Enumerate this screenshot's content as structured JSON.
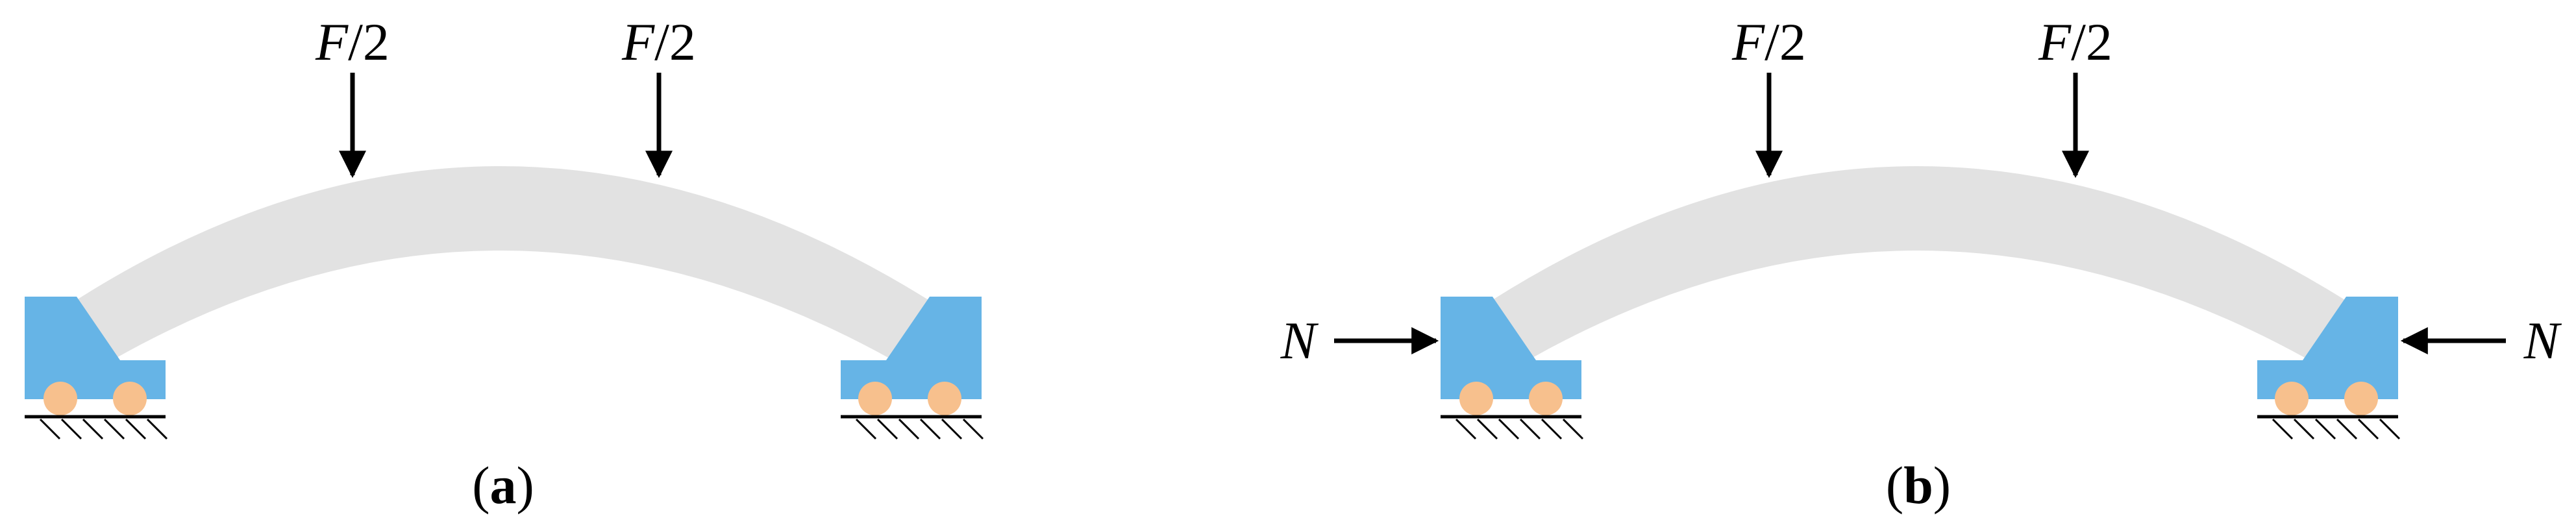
{
  "colors": {
    "arch": "#e2e2e2",
    "support": "#66b4e6",
    "roller": "#f7c08d",
    "ink": "#000000",
    "background": "#ffffff"
  },
  "icons": {
    "force_arrow": "down-arrow-icon",
    "axial_arrow": "horizontal-arrow-icon",
    "roller": "roller-icon",
    "ground": "hatched-ground-icon"
  },
  "panels": [
    {
      "id": "a",
      "caption": {
        "open": "(",
        "letter": "a",
        "close": ")"
      },
      "loads": [
        {
          "label_main": "F",
          "label_rest": "/2"
        },
        {
          "label_main": "F",
          "label_rest": "/2"
        }
      ],
      "axial_loads": []
    },
    {
      "id": "b",
      "caption": {
        "open": "(",
        "letter": "b",
        "close": ")"
      },
      "loads": [
        {
          "label_main": "F",
          "label_rest": "/2"
        },
        {
          "label_main": "F",
          "label_rest": "/2"
        }
      ],
      "axial_loads": [
        {
          "label": "N",
          "side": "left"
        },
        {
          "label": "N",
          "side": "right"
        }
      ]
    }
  ]
}
